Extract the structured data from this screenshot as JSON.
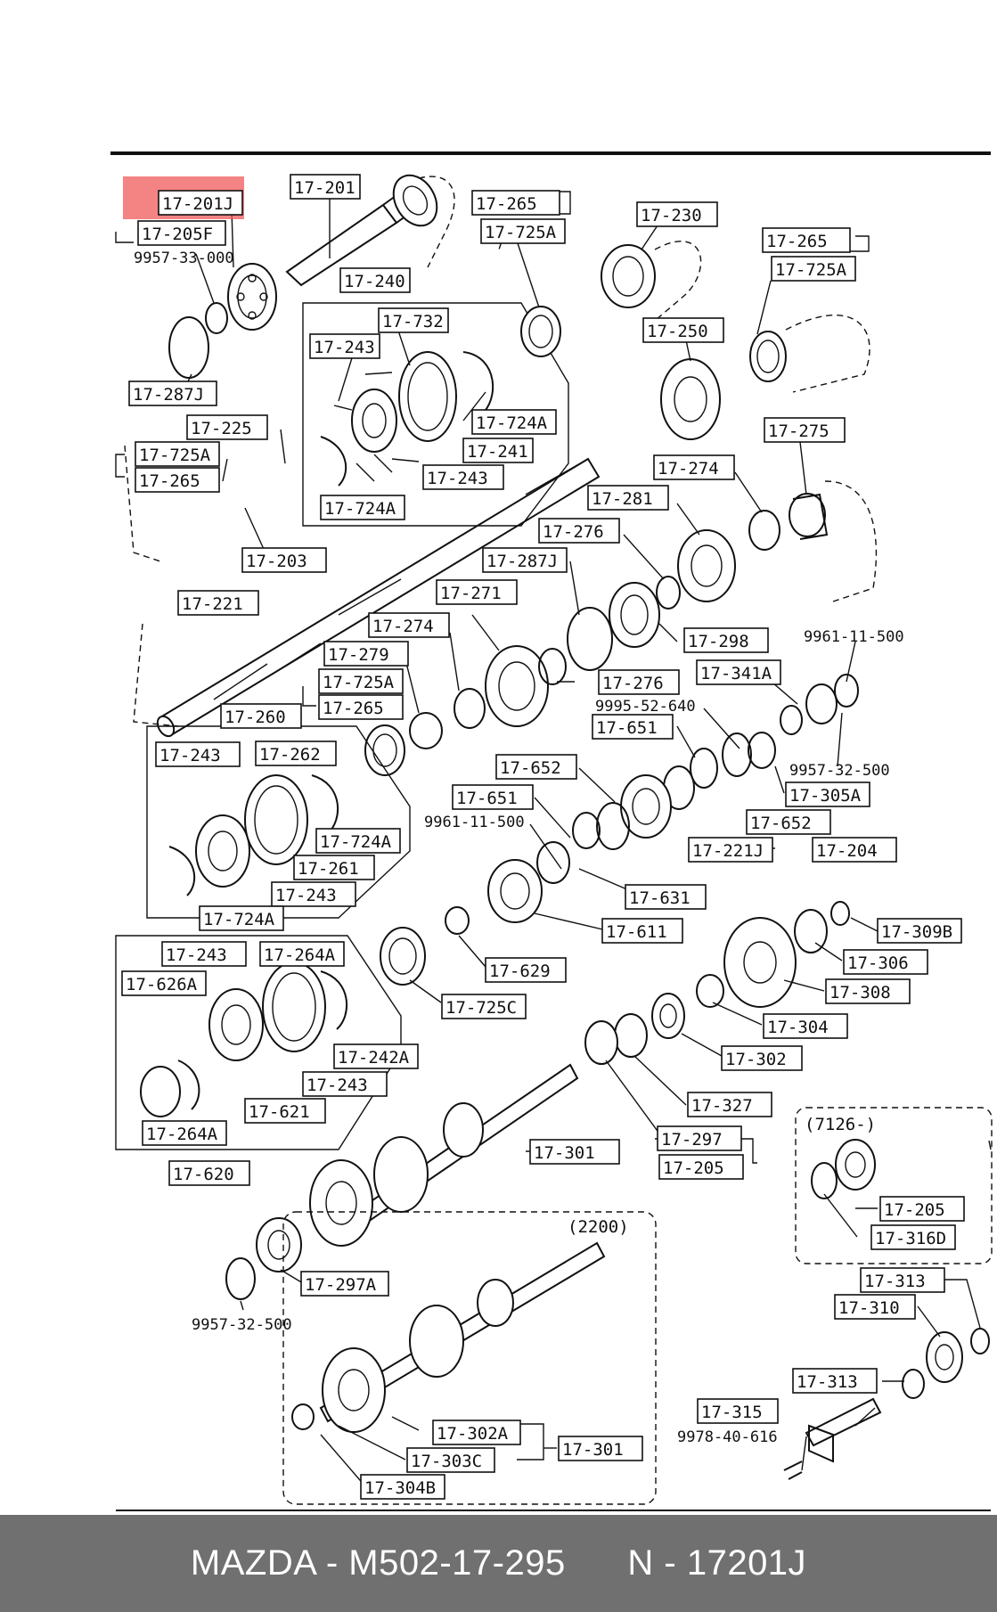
{
  "labels": {
    "l_17_201J": "17-201J",
    "l_17_205F": "17-205F",
    "l_9957_33_000": "9957-33-000",
    "l_17_201": "17-201",
    "l_17_240": "17-240",
    "l_17_732": "17-732",
    "l_17_243_a": "17-243",
    "l_17_724A_a": "17-724A",
    "l_17_241": "17-241",
    "l_17_243_b": "17-243",
    "l_17_724A_b": "17-724A",
    "l_17_287J_a": "17-287J",
    "l_17_225": "17-225",
    "l_17_725A_a": "17-725A",
    "l_17_265_a": "17-265",
    "l_17_203": "17-203",
    "l_17_265_b": "17-265",
    "l_17_725A_b": "17-725A",
    "l_17_230": "17-230",
    "l_17_265_c": "17-265",
    "l_17_725A_c": "17-725A",
    "l_17_250": "17-250",
    "l_17_275": "17-275",
    "l_17_274_a": "17-274",
    "l_17_281": "17-281",
    "l_17_276_a": "17-276",
    "l_17_287J_b": "17-287J",
    "l_17_271": "17-271",
    "l_17_221": "17-221",
    "l_17_274_b": "17-274",
    "l_17_279": "17-279",
    "l_17_725A_d": "17-725A",
    "l_17_265_d": "17-265",
    "l_17_298": "17-298",
    "l_9961_11_500_a": "9961-11-500",
    "l_17_341A": "17-341A",
    "l_17_276_b": "17-276",
    "l_9995_52_640": "9995-52-640",
    "l_17_651_a": "17-651",
    "l_9957_32_500_a": "9957-32-500",
    "l_17_305A": "17-305A",
    "l_17_260": "17-260",
    "l_17_243_c": "17-243",
    "l_17_262": "17-262",
    "l_17_724A_c": "17-724A",
    "l_17_261": "17-261",
    "l_17_243_d": "17-243",
    "l_17_724A_d": "17-724A",
    "l_17_652_a": "17-652",
    "l_17_651_b": "17-651",
    "l_9961_11_500_b": "9961-11-500",
    "l_17_652_b": "17-652",
    "l_17_221J": "17-221J",
    "l_17_204": "17-204",
    "l_17_631": "17-631",
    "l_17_611": "17-611",
    "l_17_629": "17-629",
    "l_17_725C": "17-725C",
    "l_17_243_e": "17-243",
    "l_17_264A_a": "17-264A",
    "l_17_626A": "17-626A",
    "l_17_242A": "17-242A",
    "l_17_243_f": "17-243",
    "l_17_621": "17-621",
    "l_17_264A_b": "17-264A",
    "l_17_620": "17-620",
    "l_17_309B": "17-309B",
    "l_17_306": "17-306",
    "l_17_308": "17-308",
    "l_17_304": "17-304",
    "l_17_302": "17-302",
    "l_17_327": "17-327",
    "l_17_301_a": "17-301",
    "l_17_297": "17-297",
    "l_17_205": "17-205",
    "l_7126": "(7126-)",
    "l_17_205_b": "17-205",
    "l_17_316D": "17-316D",
    "l_17_297A": "17-297A",
    "l_9957_32_500_b": "9957-32-500",
    "l_2200": "(2200)",
    "l_17_313_a": "17-313",
    "l_17_310": "17-310",
    "l_17_313_b": "17-313",
    "l_17_315": "17-315",
    "l_9978_40_616": "9978-40-616",
    "l_17_302A": "17-302A",
    "l_17_303C": "17-303C",
    "l_17_304B": "17-304B",
    "l_17_301_b": "17-301"
  },
  "highlight": {
    "part": "17-201J",
    "color": "#f05a5a"
  },
  "footer": {
    "brand_part": "MAZDA - M502-17-295",
    "oem_part": "N - 17201J",
    "background": "#707070"
  }
}
